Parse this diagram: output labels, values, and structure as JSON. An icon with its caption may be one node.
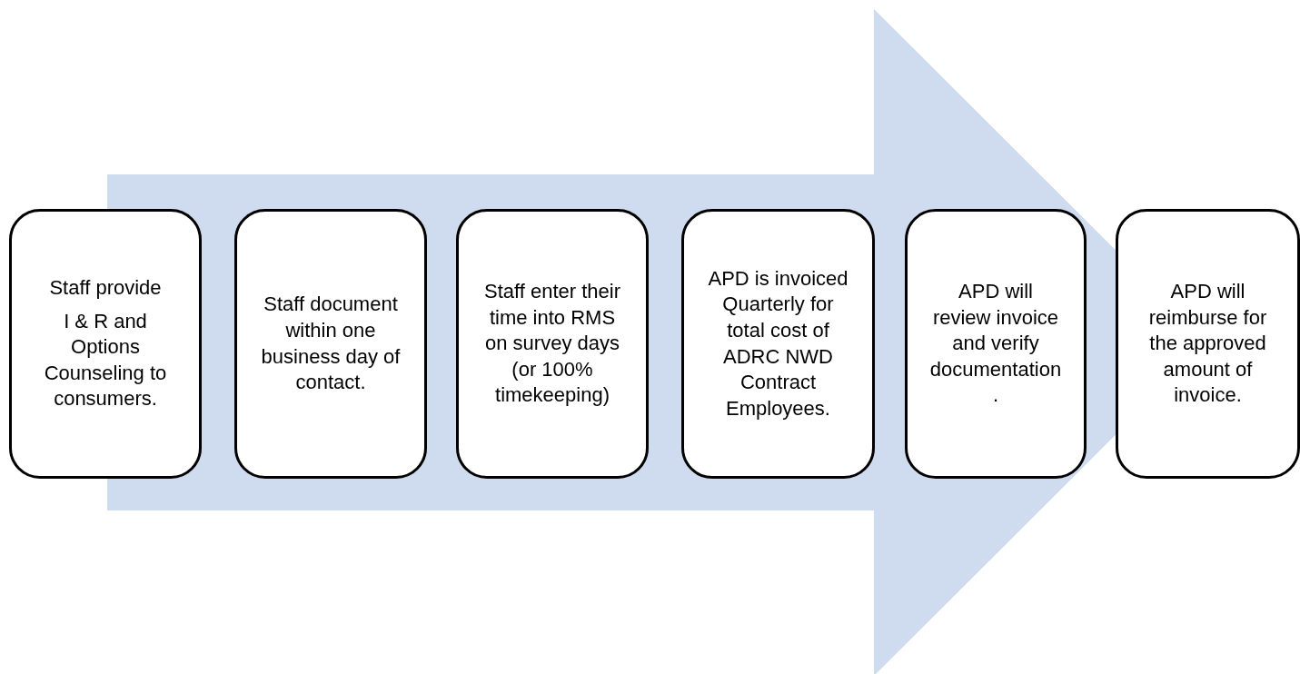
{
  "diagram": {
    "nodes": [
      {
        "text": [
          "Staff provide",
          "I & R and Options Counseling to consumers."
        ]
      },
      {
        "text": [
          "Staff document within one business day of contact."
        ]
      },
      {
        "text": [
          "Staff enter their time into RMS on survey days (or 100% timekeeping)"
        ]
      },
      {
        "text": [
          "APD is invoiced Quarterly for total cost of ADRC NWD Contract Employees."
        ]
      },
      {
        "text": [
          "APD will review invoice and verify documentation."
        ]
      },
      {
        "text": [
          "APD will reimburse for the approved amount of invoice."
        ]
      }
    ],
    "edges": [
      {
        "from": 0,
        "to": 5,
        "arrow": "to"
      }
    ]
  }
}
